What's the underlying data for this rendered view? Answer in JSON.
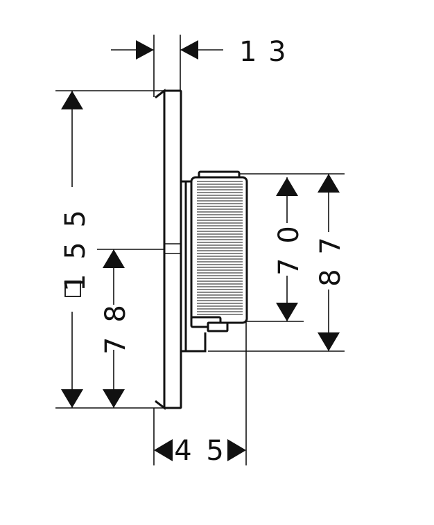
{
  "drawing": {
    "dimensions": {
      "depth_top": "1 3",
      "height_total": "1 5 5",
      "square_symbol": "□",
      "height_half": "7 8",
      "knob_inner": "7 0",
      "knob_outer": "8 7",
      "depth_bottom": "4 5"
    }
  }
}
